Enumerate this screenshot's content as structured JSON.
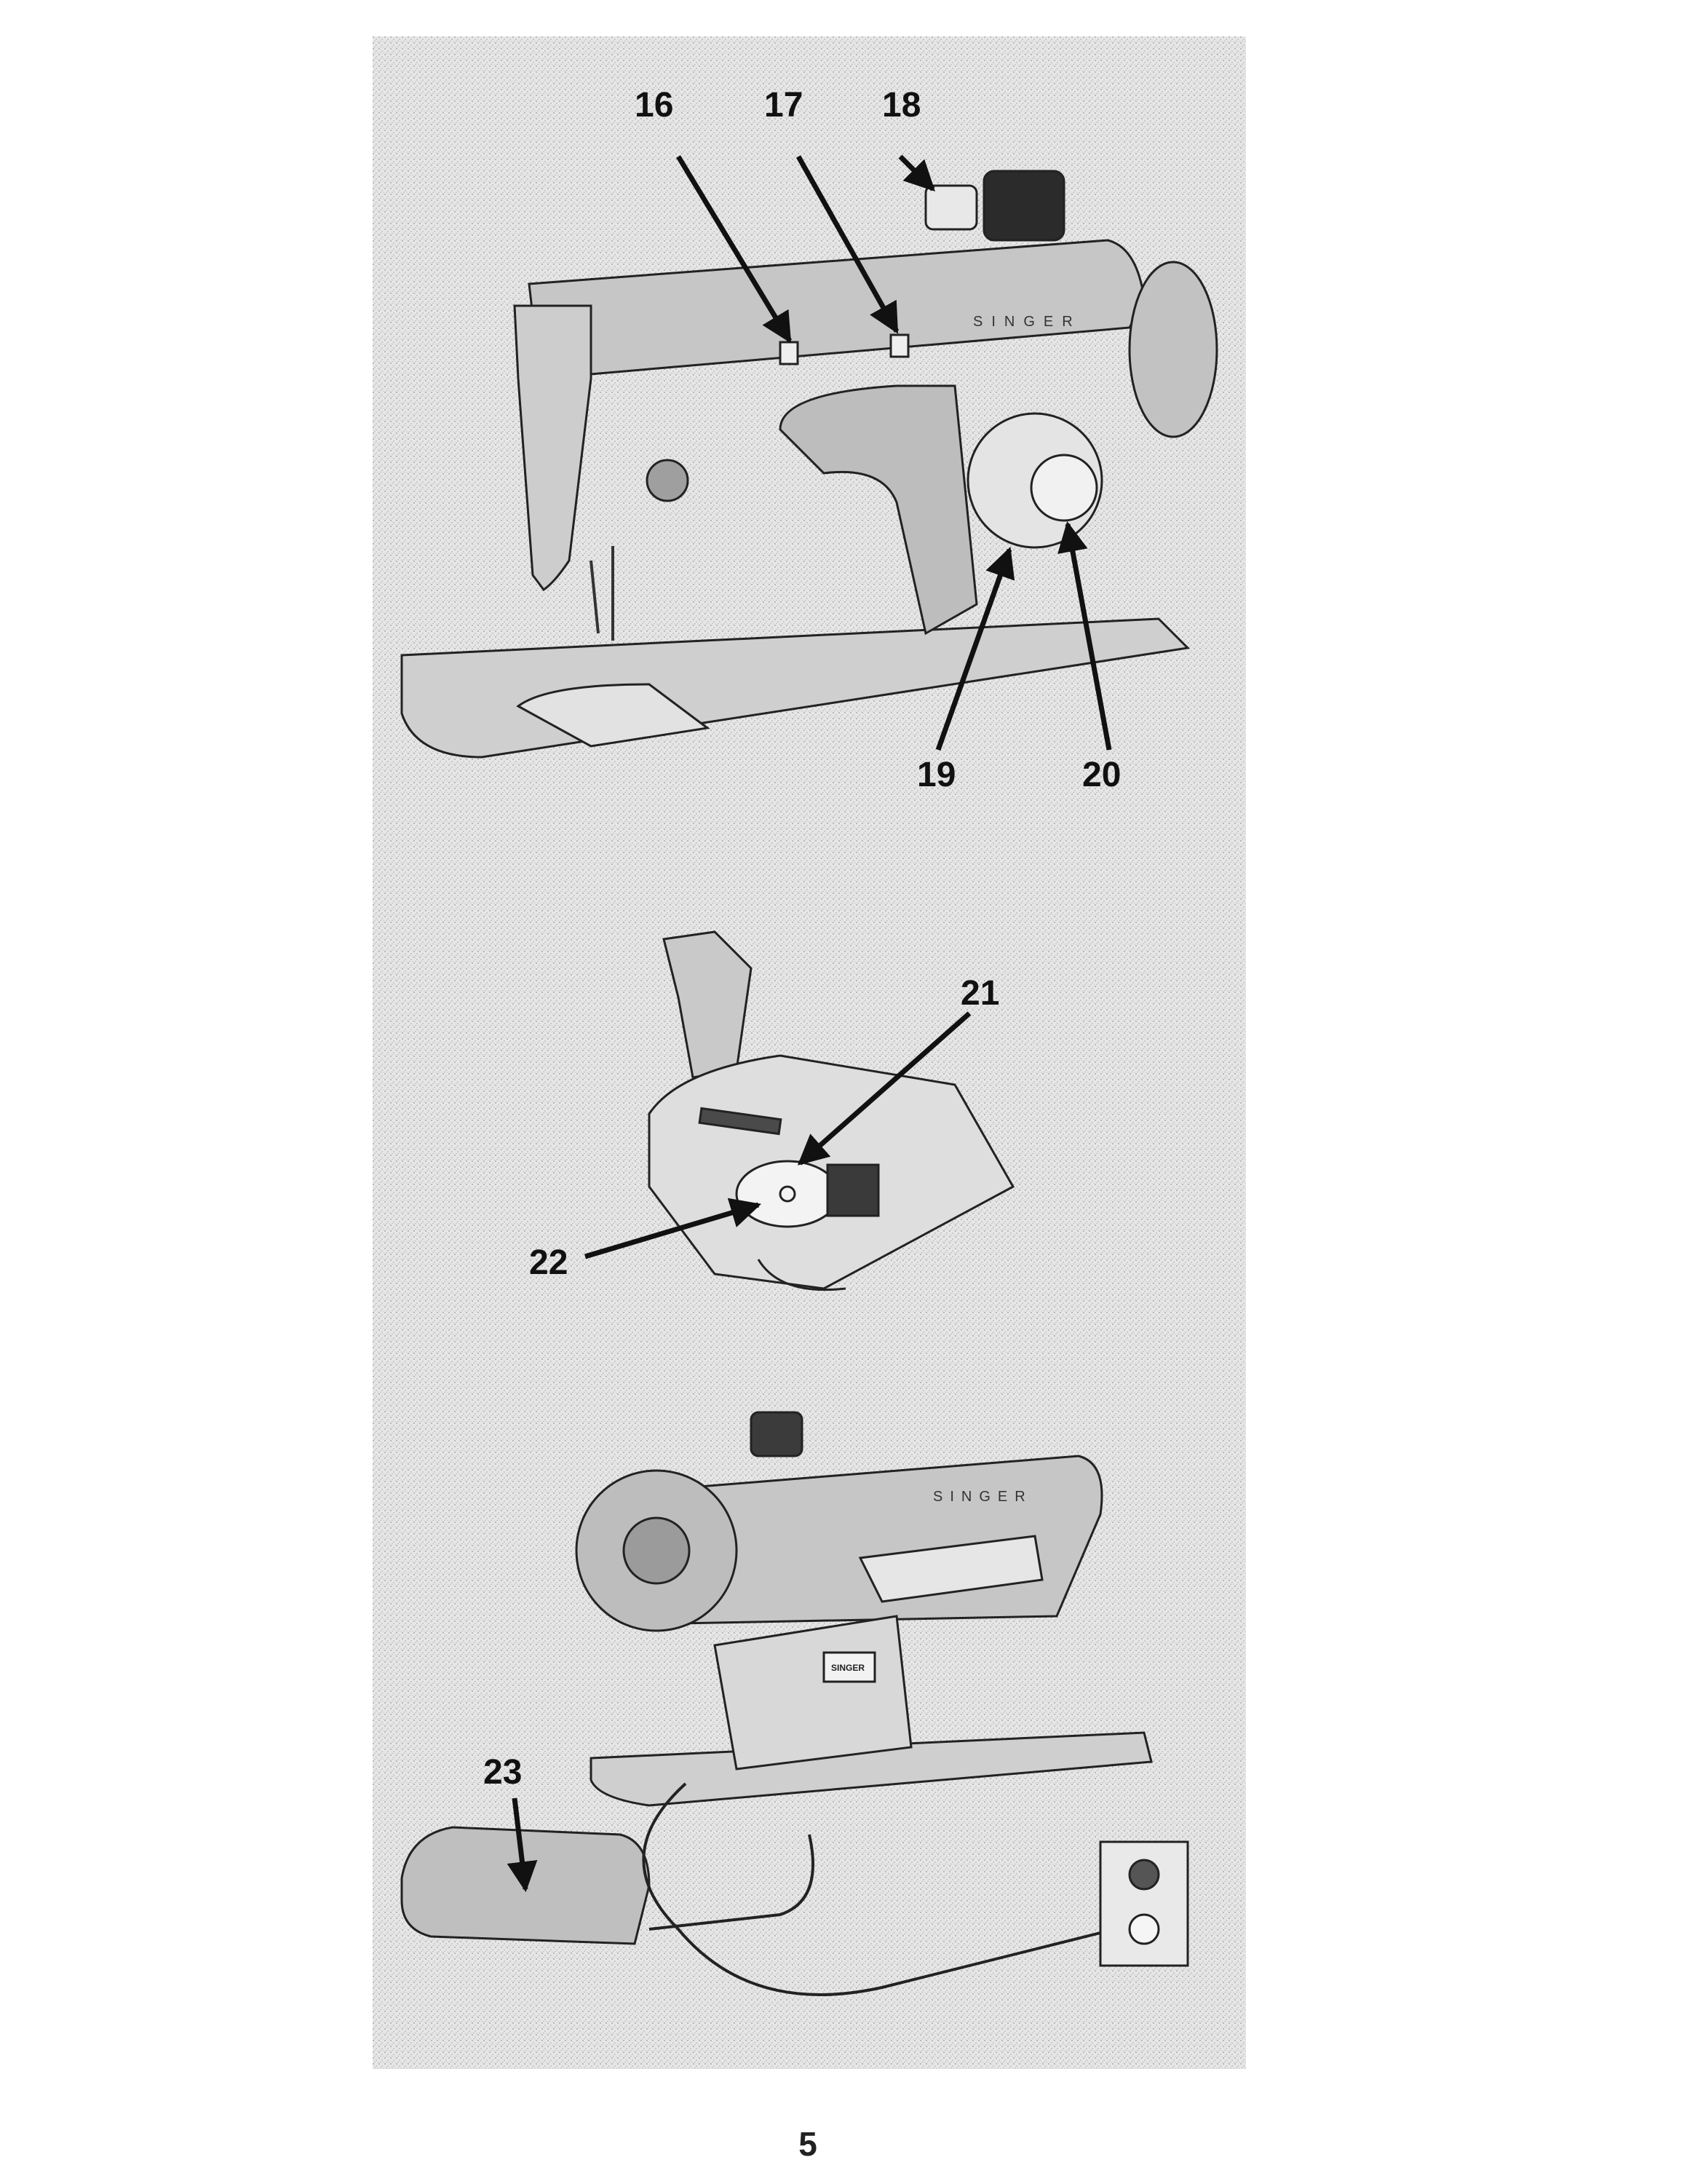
{
  "labels": {
    "l16": "16",
    "l17": "17",
    "l18": "18",
    "l19": "19",
    "l20": "20",
    "l21": "21",
    "l22": "22",
    "l23": "23"
  },
  "brand": {
    "top": "SINGER",
    "bottom": "SINGER",
    "motor_plate": "SINGER"
  },
  "page_number": "5"
}
